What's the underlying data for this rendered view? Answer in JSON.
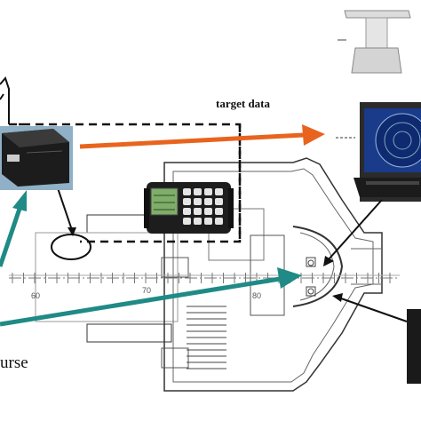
{
  "labels": {
    "target_data": "target data",
    "course": "urse"
  },
  "scale_ticks": [
    "60",
    "70",
    "80"
  ],
  "colors": {
    "target_arrow": "#e8641e",
    "course_arrows": "#1f8a86",
    "outline": "#222222",
    "dashed_box": "#111111",
    "radar_screen": "#1a3a8a",
    "gps_display": "#7fae6a"
  },
  "components": [
    "radar-antenna-icon",
    "radar-display-icon",
    "sensor-box-icon",
    "gps-receiver-icon",
    "bridge-plan-drawing"
  ]
}
